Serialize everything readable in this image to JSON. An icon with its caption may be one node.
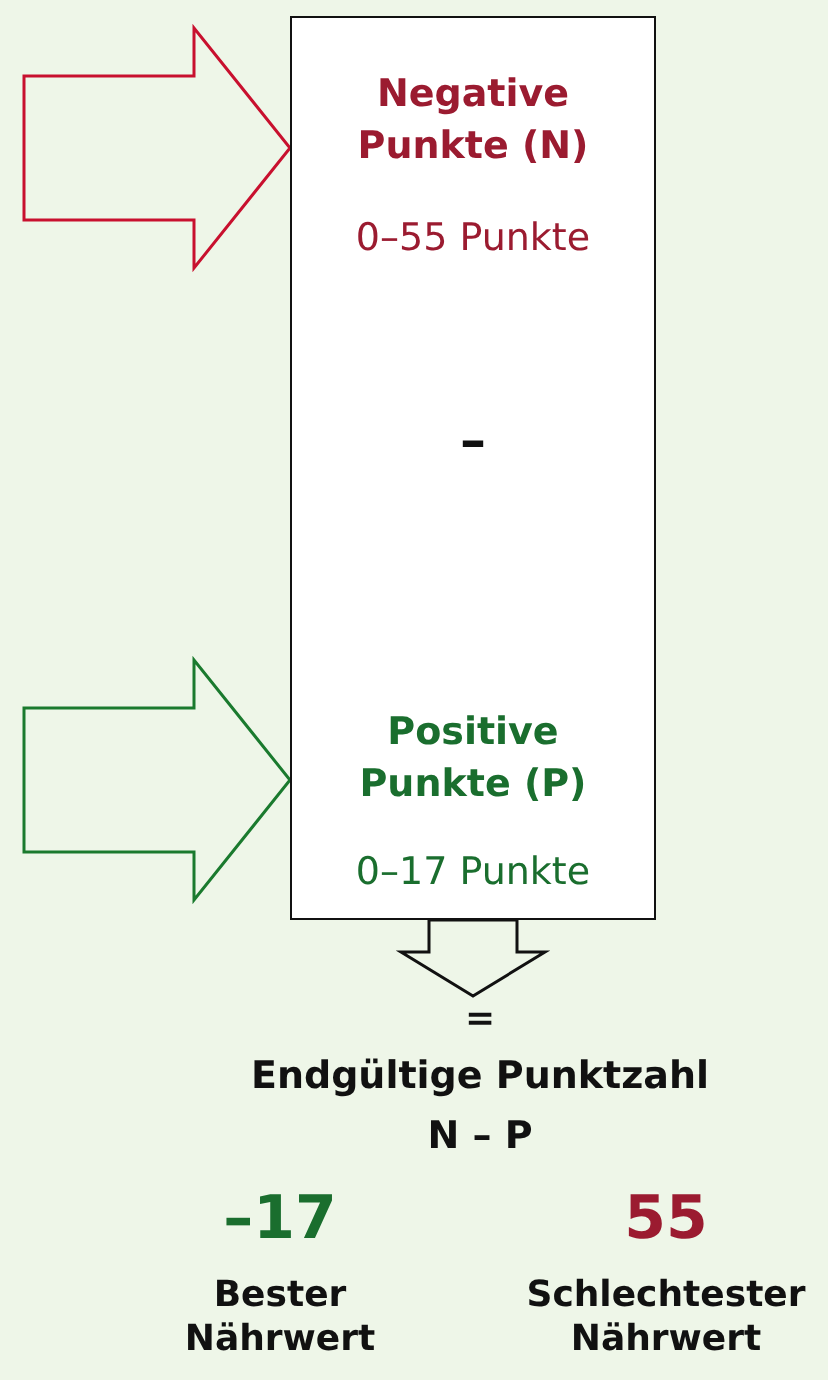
{
  "diagram": {
    "nodes": [
      {
        "text": [
          "Negative Punkte (N)",
          "0–55 Punkte",
          "–",
          "Positive Punkte (P)",
          "0–17 Punkte"
        ]
      },
      {
        "text": [
          "=",
          "Endgültige Punktzahl",
          "N – P"
        ]
      }
    ],
    "edges": [
      {
        "from": null,
        "to": 0,
        "arrow": "to",
        "color": "#c8102e"
      },
      {
        "from": null,
        "to": 0,
        "arrow": "to",
        "color": "#1a7a2e"
      },
      {
        "from": 0,
        "to": 1,
        "arrow": "to"
      }
    ],
    "labels": [
      "–17",
      "55",
      "Bester Nährwert",
      "Schlechtester Nährwert"
    ]
  }
}
